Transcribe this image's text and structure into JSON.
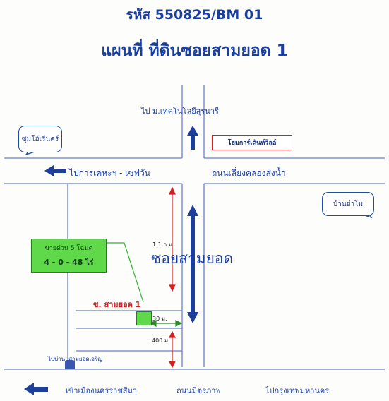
{
  "header": {
    "code": "รหัส 550825/BM 01",
    "title": "แผนที่ ที่ดินซอยสามยอด 1"
  },
  "labels": {
    "to_university": "ไป ม.เทคโนโลยีสุรนารี",
    "to_karaoke": "ไปการเคหะฯ - เซฟวัน",
    "bypass_road": "ถนนเลี่ยงคลองส่งน้ำ",
    "soi_sam_yod": "ซอยสามยอด",
    "soi_sam_yod_1": "ซ. สามยอด 1",
    "to_korat_city": "เข้าเมืองนครราชสีมา",
    "mittraphap": "ถนนมิตรภาพ",
    "to_bangkok": "ไปกรุงเทพมหานคร",
    "to_temple": "ไปบ้าน..สามยอดเจริญ",
    "dist_1_1km": "1.1 ก.ม.",
    "dist_30m": "30 ม.",
    "dist_400m": "400 ม."
  },
  "bubbles": {
    "left": "ซุ่มโฮ้เรีนคร์",
    "right": "บ้านย่าโม",
    "shop": "โฮมการ์เด้นท์วิลล์"
  },
  "parcel": {
    "line1": "ขายด่วน 5 โฉนด",
    "line2": "4 - 0 - 48 ไร่"
  },
  "colors": {
    "road_line": "#6a7fd0",
    "arrow": "#1d3f9a",
    "dimension": "#d21f1f",
    "parcel": "#5fd84a"
  }
}
